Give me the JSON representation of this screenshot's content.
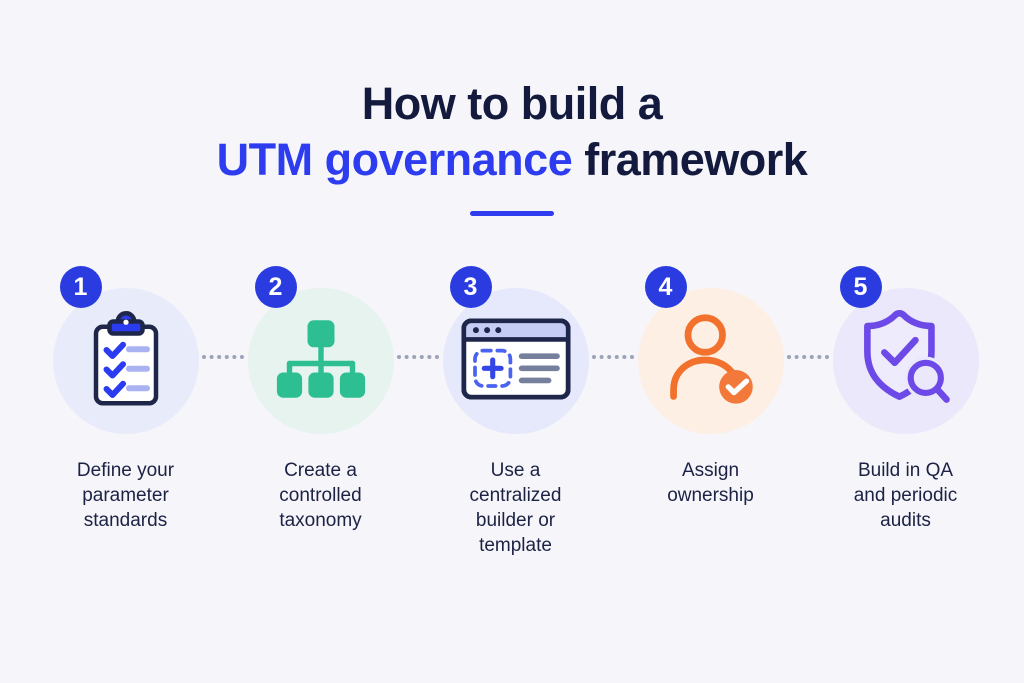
{
  "title": {
    "line1": "How to build a",
    "line2_highlight": "UTM governance",
    "line2_rest": " framework"
  },
  "steps": [
    {
      "number": "1",
      "label": "Define your parameter standards",
      "icon": "clipboard-checklist-icon",
      "circle_bg": "#e8ecfa",
      "accent": "#2b3cf0"
    },
    {
      "number": "2",
      "label": "Create a controlled taxonomy",
      "icon": "taxonomy-tree-icon",
      "circle_bg": "#e6f3ee",
      "accent": "#2dbf92"
    },
    {
      "number": "3",
      "label": "Use a centralized builder or template",
      "icon": "builder-window-icon",
      "circle_bg": "#e6e9fb",
      "accent": "#3347e8"
    },
    {
      "number": "4",
      "label": "Assign ownership",
      "icon": "person-check-icon",
      "circle_bg": "#fdefe4",
      "accent": "#f2712c"
    },
    {
      "number": "5",
      "label": "Build in QA and periodic audits",
      "icon": "shield-magnifier-icon",
      "circle_bg": "#eae8fa",
      "accent": "#6d4ae8"
    }
  ],
  "colors": {
    "background": "#f5f5fa",
    "title_navy": "#141a3e",
    "accent_blue": "#2c3cee",
    "badge_blue": "#2a3ce0",
    "connector_dot_gray": "#9aa3b8",
    "icon_outline_navy": "#1e2749"
  }
}
